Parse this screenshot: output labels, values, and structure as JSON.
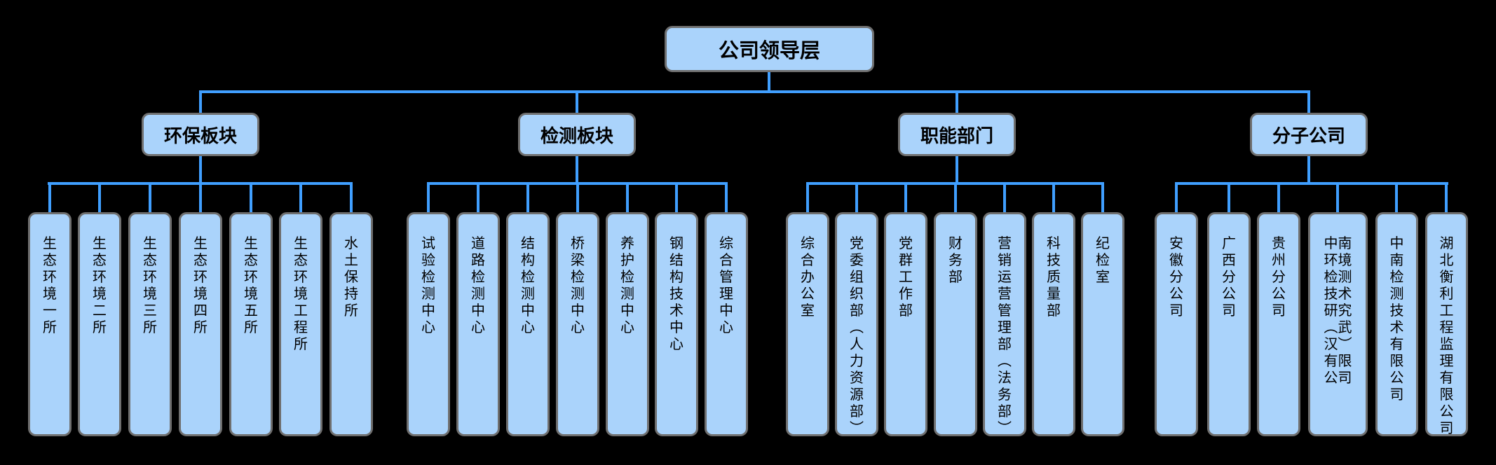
{
  "colors": {
    "background": "#000000",
    "node_fill": "#aad3fb",
    "node_border": "#6f6f6f",
    "connector": "#409fff",
    "text": "#000000"
  },
  "chart": {
    "root": "公司领导层",
    "groups": [
      {
        "label": "环保板块",
        "children": [
          "生态环境一所",
          "生态环境二所",
          "生态环境三所",
          "生态环境四所",
          "生态环境五所",
          "生态环境工程所",
          "水土保持所"
        ]
      },
      {
        "label": "检测板块",
        "children": [
          "试验检测中心",
          "道路检测中心",
          "结构检测中心",
          "桥梁检测中心",
          "养护检测中心",
          "钢结构技术中心",
          "综合管理中心"
        ]
      },
      {
        "label": "职能部门",
        "children": [
          "综合办公室",
          "党委组织部︵人力资源部︶",
          "党群工作部",
          "财务部",
          "营销运营管理部︵法务部︶",
          "科技质量部",
          "纪检室"
        ]
      },
      {
        "label": "分子公司",
        "children": [
          "安徽分公司",
          "广西分公司",
          "贵州分公司",
          "中南环境检测技术研究︵武汉︶有限公司",
          "中南检测技术有限公司",
          "湖北衡利工程监理有限公司"
        ]
      }
    ]
  }
}
